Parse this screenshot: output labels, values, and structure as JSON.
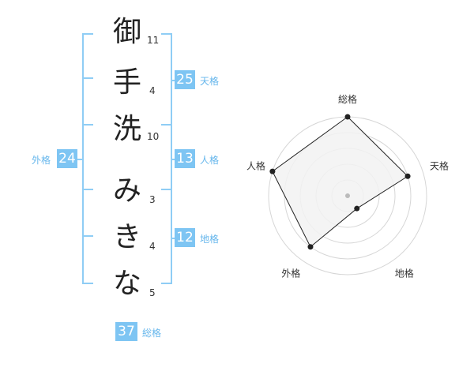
{
  "name_chars": [
    {
      "char": "御",
      "strokes": "11"
    },
    {
      "char": "手",
      "strokes": "4"
    },
    {
      "char": "洗",
      "strokes": "10"
    },
    {
      "char": "み",
      "strokes": "3"
    },
    {
      "char": "き",
      "strokes": "4"
    },
    {
      "char": "な",
      "strokes": "5"
    }
  ],
  "kaku": {
    "tenkaku": {
      "value": "25",
      "label": "天格"
    },
    "jinkaku": {
      "value": "13",
      "label": "人格"
    },
    "chikaku": {
      "value": "12",
      "label": "地格"
    },
    "gaikaku": {
      "value": "24",
      "label": "外格"
    },
    "soukaku": {
      "value": "37",
      "label": "総格"
    }
  },
  "chart_data": {
    "type": "radar",
    "axes": [
      "総格",
      "天格",
      "地格",
      "外格",
      "人格"
    ],
    "values": [
      5,
      4,
      1,
      4,
      5
    ],
    "max": 5,
    "rings": 5,
    "colors": {
      "fill": "#f2f2f2",
      "line": "#222222",
      "ring": "#d6d6d6",
      "point": "#222222",
      "center": "#bbbbbb"
    }
  }
}
